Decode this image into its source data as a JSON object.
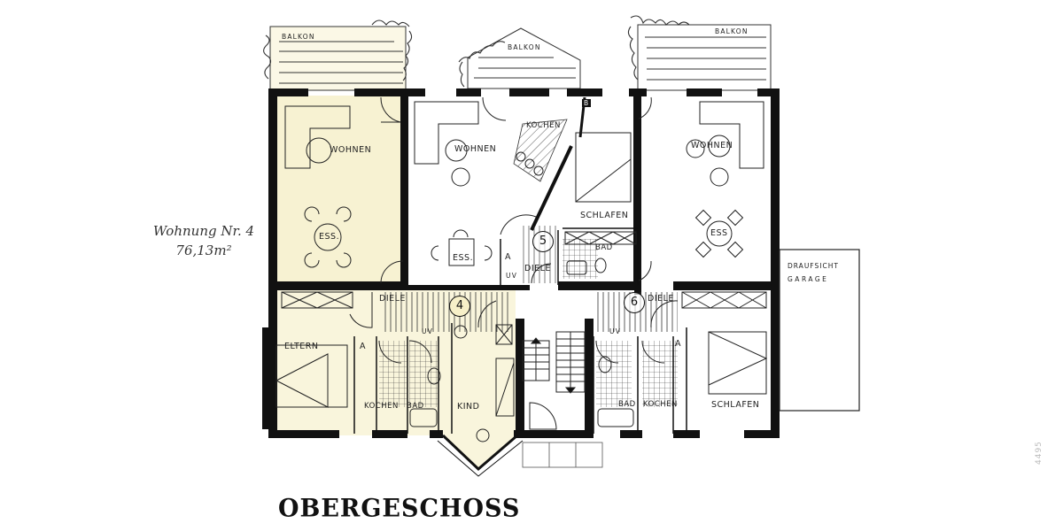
{
  "title": "OBERGESCHOSS",
  "annotation": {
    "line1": "Wohnung Nr. 4",
    "line2": "76,13m²"
  },
  "garage": {
    "line1": "DRAUFSICHT",
    "line2": "GARAGE"
  },
  "pencil_note": "4495",
  "colors": {
    "wall": "#111111",
    "highlight": "#f7f2d2",
    "paper": "#ffffff"
  },
  "balconies": [
    {
      "label": "BALKON"
    },
    {
      "label": "BALKON"
    },
    {
      "label": "BALKON"
    }
  ],
  "units": [
    {
      "number": "4",
      "highlighted": true
    },
    {
      "number": "5",
      "highlighted": false
    },
    {
      "number": "6",
      "highlighted": false
    }
  ],
  "rooms": {
    "u4_wohnen": "WOHNEN",
    "u4_ess": "ESS.",
    "u4_eltern": "ELTERN",
    "u4_diele": "DIELE",
    "u4_a": "A",
    "u4_uv": "UV",
    "u4_kochen": "KOCHEN",
    "u4_bad": "BAD",
    "u4_kind": "KIND",
    "u5_wohnen": "WOHNEN",
    "u5_ess": "ESS.",
    "u5_kochen": "KOCHEN",
    "u5_schlafen": "SCHLAFEN",
    "u5_bad": "BAD",
    "u5_diele": "DIELE",
    "u5_a": "A",
    "u5_uv": "UV",
    "u5_b": "B",
    "u6_wohnen": "WOHNEN",
    "u6_ess": "ESS",
    "u6_diele": "DIELE",
    "u6_uv": "UV",
    "u6_a": "A",
    "u6_bad": "BAD",
    "u6_kochen": "KOCHEN",
    "u6_schlafen": "SCHLAFEN"
  }
}
